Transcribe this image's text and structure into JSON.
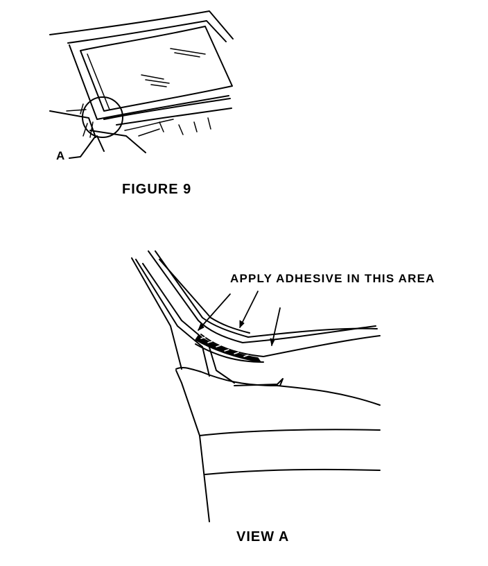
{
  "figure": {
    "callout_label": "A",
    "caption": "FIGURE 9"
  },
  "view": {
    "annotation": "APPLY ADHESIVE IN THIS AREA",
    "caption": "VIEW A"
  },
  "colors": {
    "ink": "#000000",
    "paper": "#ffffff"
  }
}
